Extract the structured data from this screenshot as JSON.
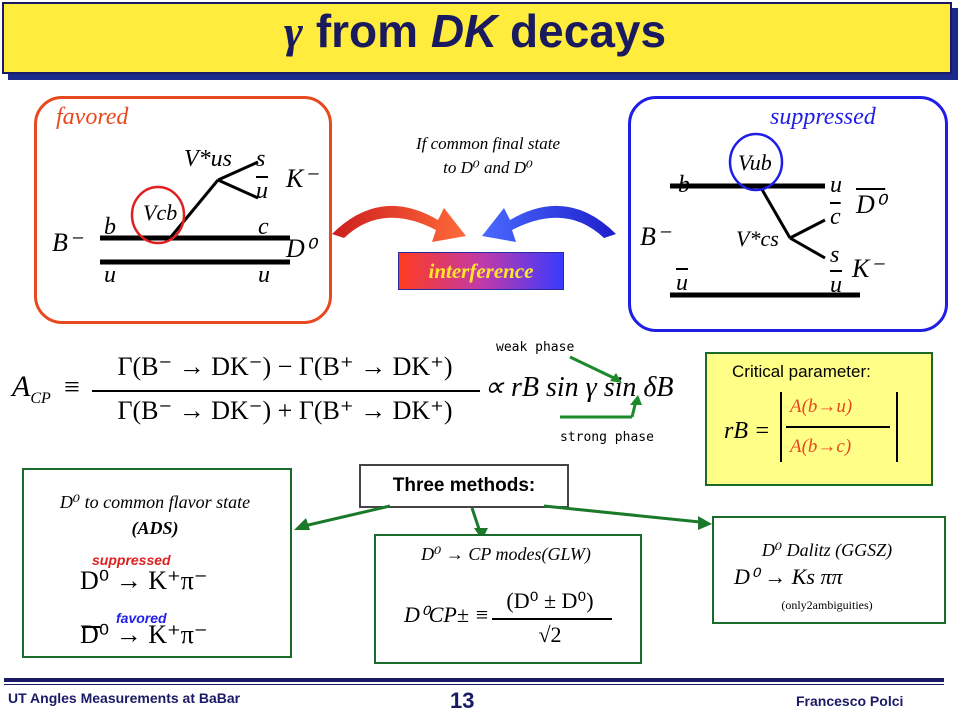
{
  "title": {
    "gamma": "γ",
    "rest": " from ",
    "dk": "DK",
    "decays": " decays"
  },
  "favored_box": {
    "label": "favored",
    "vus": "V*us",
    "s": "s",
    "ubar": "u",
    "kminus": "K⁻",
    "vcb": "Vcb",
    "bminus": "B⁻",
    "b": "b",
    "c": "c",
    "d0": "D⁰",
    "u": "u",
    "ubar2": "u"
  },
  "suppressed_box": {
    "label": "suppressed",
    "b": "b",
    "vub": "Vub",
    "u": "u",
    "c": "c",
    "d0bar": "D⁰",
    "bminus": "B⁻",
    "vcs": "V*cs",
    "s": "s",
    "u2": "u",
    "kminus": "K⁻",
    "ubar": "u"
  },
  "center_note": {
    "line1": "If common final state",
    "line2": "to D⁰ and D⁰"
  },
  "interference": "interference",
  "acp": {
    "lhs": "ACP",
    "equiv": "≡",
    "num": "Γ(B⁻ → DK⁻) − Γ(B⁺ → DK⁺)",
    "den": "Γ(B⁻ → DK⁻) + Γ(B⁺ → DK⁺)",
    "prop": "∝ rB sin γ sin δB",
    "weak": "weak phase",
    "strong": "strong phase"
  },
  "critical": {
    "heading": "Critical parameter:",
    "rb": "rB =",
    "num": "A(b→u)",
    "den": "A(b→c)"
  },
  "three_methods": "Three methods:",
  "ads": {
    "line1": "D⁰ to common flavor state",
    "line2": "(ADS)",
    "suppressed": "suppressed",
    "favored": "favored",
    "decay1": "D⁰ → K⁺π⁻",
    "decay2": "D⁰ → K⁺π⁻"
  },
  "glw": {
    "title": "D⁰ → CP modes(GLW)",
    "formula_lhs": "D⁰CP±  ≡",
    "formula_num": "(D⁰ ± D⁰)",
    "formula_den": "√2"
  },
  "ggsz": {
    "title": "D⁰ Dalitz (GGSZ)",
    "formula": "D⁰ → Ks ππ",
    "note": "(only2ambiguities)"
  },
  "footer": {
    "left": "UT Angles Measurements at BaBar",
    "page": "13",
    "right": "Francesco Polci"
  },
  "colors": {
    "title_bg": "#ffec3d",
    "favored": "#e8481e",
    "suppressed": "#1e1ee8",
    "method_border": "#1a6b2a"
  }
}
